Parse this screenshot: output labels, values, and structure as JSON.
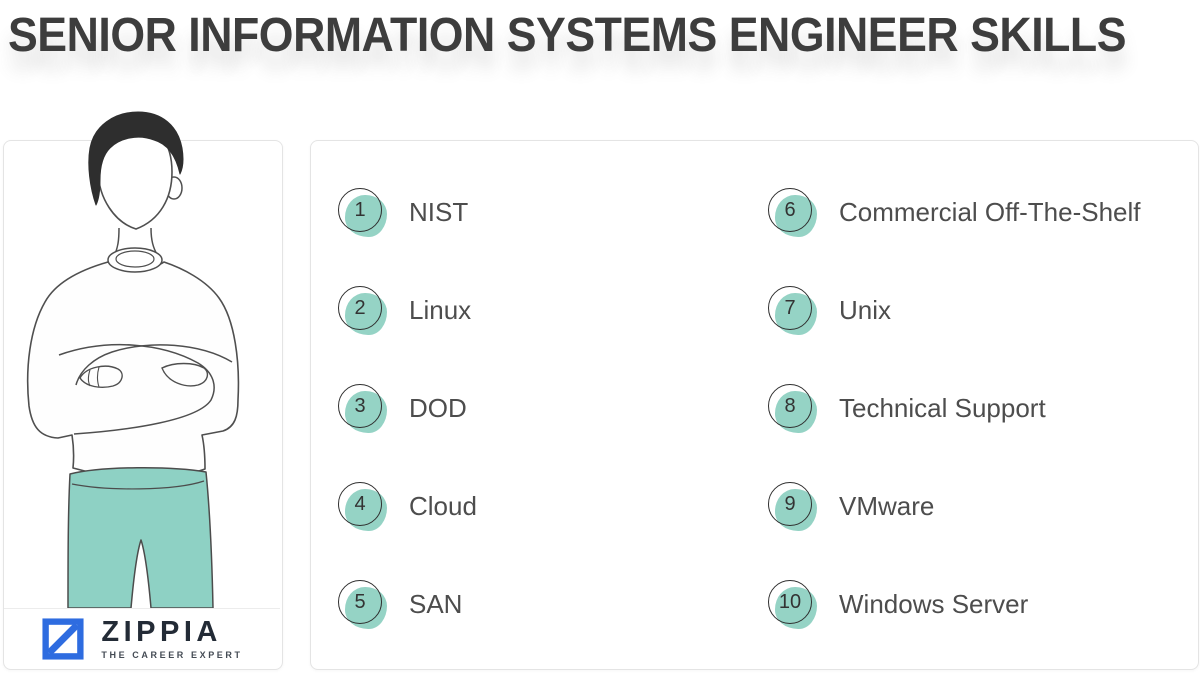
{
  "title": "SENIOR INFORMATION SYSTEMS ENGINEER SKILLS",
  "skills": {
    "left": [
      {
        "num": "1",
        "label": "NIST"
      },
      {
        "num": "2",
        "label": "Linux"
      },
      {
        "num": "3",
        "label": "DOD"
      },
      {
        "num": "4",
        "label": "Cloud"
      },
      {
        "num": "5",
        "label": "SAN"
      }
    ],
    "right": [
      {
        "num": "6",
        "label": "Commercial Off-The-Shelf"
      },
      {
        "num": "7",
        "label": "Unix"
      },
      {
        "num": "8",
        "label": "Technical Support"
      },
      {
        "num": "9",
        "label": "VMware"
      },
      {
        "num": "10",
        "label": "Windows Server"
      }
    ]
  },
  "logo": {
    "brand": "ZIPPIA",
    "tagline": "THE CAREER EXPERT"
  },
  "illustration": "man-with-crossed-arms-line-drawing",
  "colors": {
    "accent_teal": "#95d3c5",
    "pants_teal": "#8ed1c4",
    "logo_blue": "#2e6ce0",
    "title_text": "#3d3d3d",
    "skill_text": "#4d4d4d",
    "card_border": "#e4e4e4"
  }
}
